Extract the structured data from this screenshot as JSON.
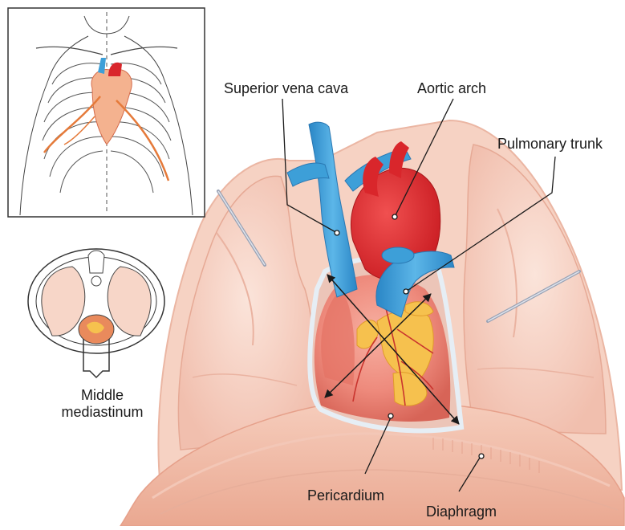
{
  "labels": {
    "superior_vena_cava": "Superior vena cava",
    "aortic_arch": "Aortic arch",
    "pulmonary_trunk": "Pulmonary trunk",
    "middle_mediastinum_line1": "Middle",
    "middle_mediastinum_line2": "mediastinum",
    "pericardium": "Pericardium",
    "diaphragm": "Diaphragm"
  },
  "colors": {
    "lung_fill": "#f7d6c8",
    "lung_edge": "#e3a794",
    "pleura_outer": "#f2c2b0",
    "heart_red": "#d9262b",
    "heart_pink": "#f08b80",
    "vessel_blue": "#3d9fd8",
    "fat_yellow": "#f6c14e",
    "pericardium_edge": "#dfeaf2",
    "line": "#1a1a1a"
  }
}
